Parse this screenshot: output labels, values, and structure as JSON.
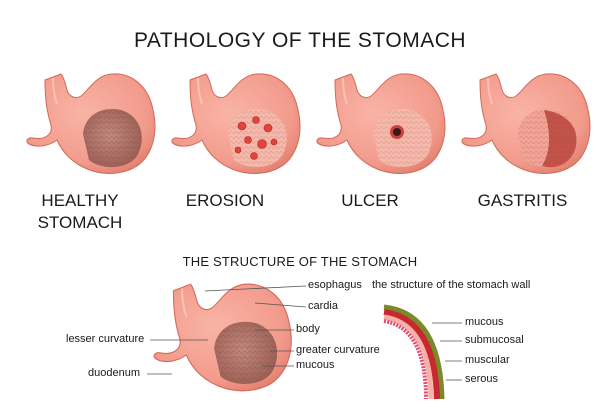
{
  "title": "PATHOLOGY OF THE STOMACH",
  "panels": [
    {
      "label_line1": "HEALTHY",
      "label_line2": "STOMACH"
    },
    {
      "label_line1": "EROSION",
      "label_line2": ""
    },
    {
      "label_line1": "ULCER",
      "label_line2": ""
    },
    {
      "label_line1": "GASTRITIS",
      "label_line2": ""
    }
  ],
  "structure": {
    "title": "THE STRUCTURE OF THE STOMACH",
    "labels": {
      "esophagus": "esophagus",
      "cardia": "cardia",
      "body": "body",
      "greater_curvature": "greater curvature",
      "mucous": "mucous",
      "lesser_curvature": "lesser curvature",
      "duodenum": "duodenum"
    },
    "wall": {
      "title": "the structure of the stomach wall",
      "layers": [
        "mucous",
        "submucosal",
        "muscular",
        "serous"
      ]
    }
  },
  "colors": {
    "stomach": "#f29b8c",
    "stomach_dark": "#e07766",
    "interior": "#b8766a",
    "lesion": "#e0443c",
    "ulcer_core": "#3a1a18",
    "gastritis": "#c45248",
    "wall_mucous": "#e84a72",
    "wall_submucosal": "#f4b2a8",
    "wall_muscular": "#c8282e",
    "wall_serous": "#7a8a2a"
  }
}
